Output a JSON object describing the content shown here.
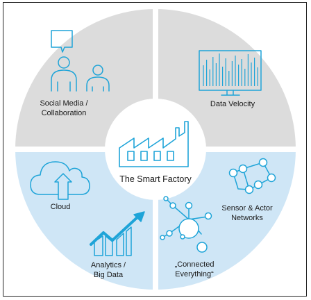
{
  "colors": {
    "gray_sector": "#dcdcdc",
    "blue_sector": "#cfe6f6",
    "accent": "#1ea4d8",
    "center_fill": "#ffffff"
  },
  "center": {
    "label": "The Smart Factory",
    "icon": "factory-icon"
  },
  "segments": [
    {
      "id": "social-media",
      "line1": "Social Media /",
      "line2": "Collaboration",
      "icon": "people-chat-icon",
      "sector_color": "gray"
    },
    {
      "id": "data-velocity",
      "line1": "Data Velocity",
      "line2": "",
      "icon": "monitor-bar-chart-icon",
      "sector_color": "gray"
    },
    {
      "id": "sensor-actor",
      "line1": "Sensor & Actor",
      "line2": "Networks",
      "icon": "network-nodes-icon",
      "sector_color": "blue"
    },
    {
      "id": "connected-everything",
      "line1": "„Connected",
      "line2": "Everything“",
      "icon": "hub-nodes-icon",
      "sector_color": "blue"
    },
    {
      "id": "analytics",
      "line1": "Analytics /",
      "line2": "Big Data",
      "icon": "rising-bars-arrow-icon",
      "sector_color": "blue"
    },
    {
      "id": "cloud",
      "line1": "Cloud",
      "line2": "",
      "icon": "cloud-upload-icon",
      "sector_color": "blue"
    }
  ]
}
